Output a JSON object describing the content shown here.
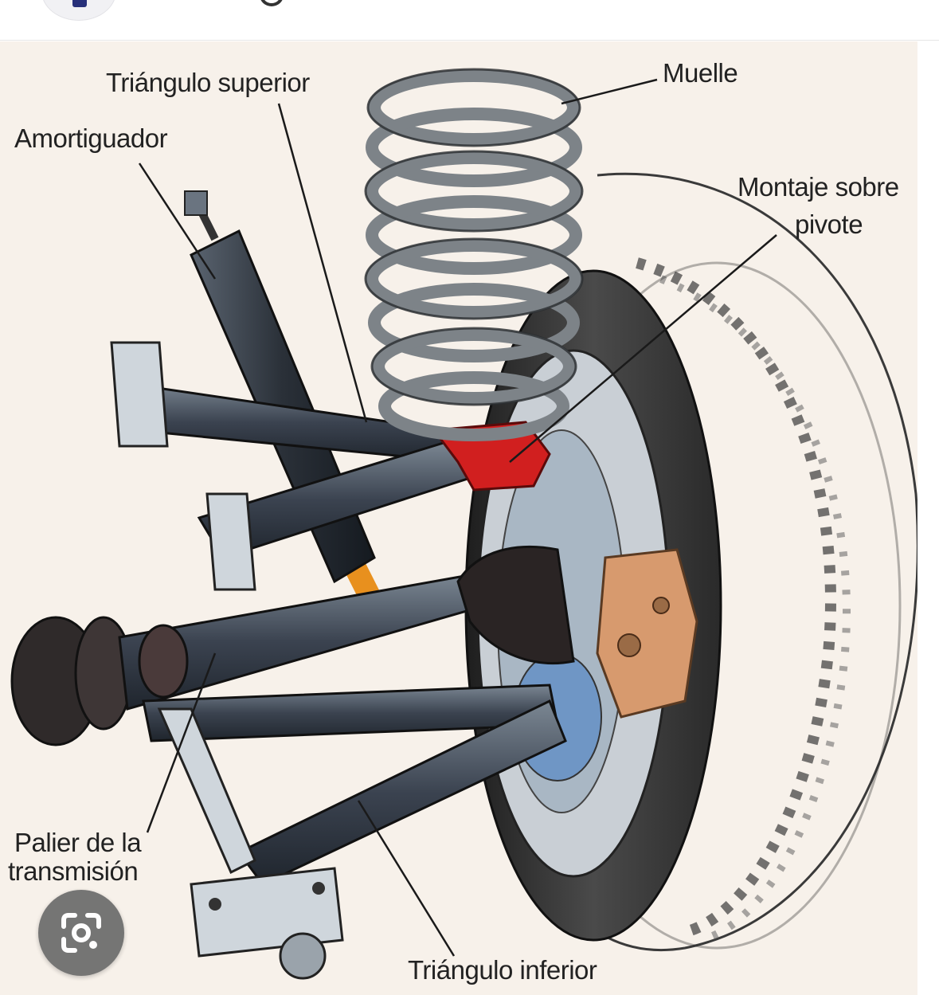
{
  "diagram": {
    "labels": {
      "upper_arm": "Triángulo superior",
      "shock": "Amortiguador",
      "spring": "Muelle",
      "pivot_line1": "Montaje sobre",
      "pivot_line2": "pivote",
      "axle_line1": "Palier de la",
      "axle_line2": "transmisión",
      "lower_arm": "Triángulo inferior"
    },
    "colors": {
      "background": "#f7f1ea",
      "spring": "#8a8f94",
      "pivot_mount": "#d11f1f",
      "stabilizer_bar": "#e8901e",
      "caliper": "#d79a6e",
      "tire": "#3a3a3a"
    }
  },
  "overlay": {
    "lens_button_icon": "google-lens-icon"
  }
}
